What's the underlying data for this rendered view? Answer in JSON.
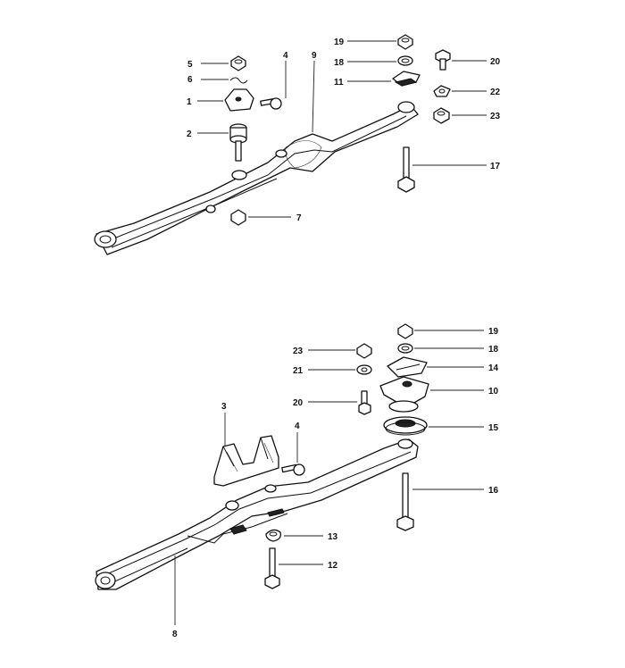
{
  "assembly_top": {
    "callouts": [
      "5",
      "6",
      "1",
      "4",
      "9",
      "2",
      "7",
      "19",
      "18",
      "11",
      "20",
      "22",
      "23",
      "17"
    ]
  },
  "assembly_bottom": {
    "callouts": [
      "19",
      "18",
      "14",
      "10",
      "15",
      "23",
      "21",
      "20",
      "3",
      "4",
      "16",
      "13",
      "12",
      "8"
    ]
  }
}
